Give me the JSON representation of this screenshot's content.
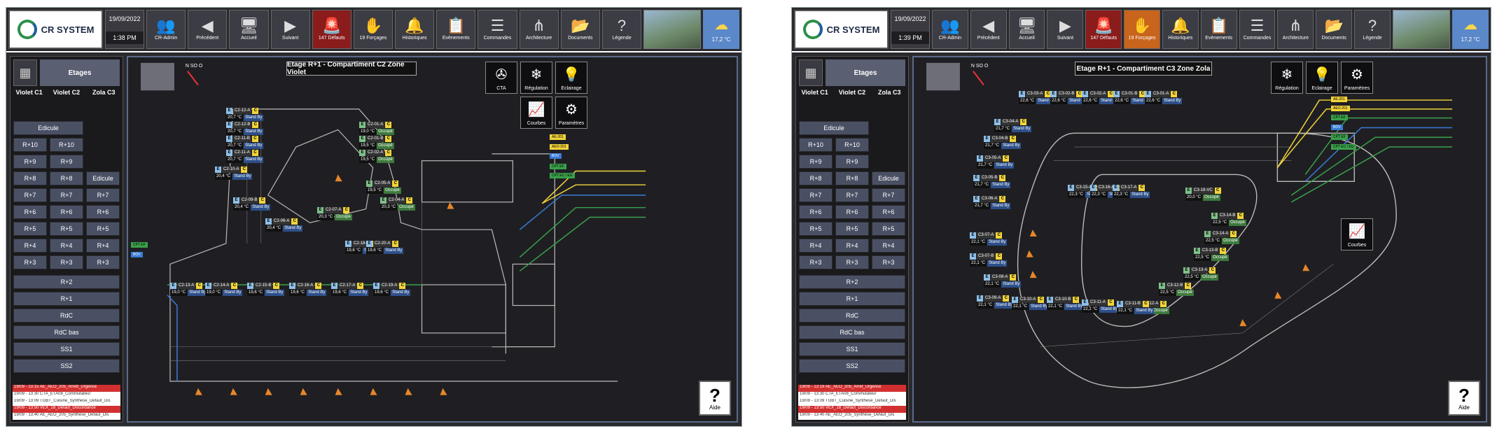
{
  "app": {
    "logo_text": "CR SYSTEM"
  },
  "colors": {
    "accent_yellow": "#f2d43a",
    "status_blue": "#2d4f8a",
    "status_green": "#3d7a3d",
    "alarm_red": "#8a1c1c",
    "forcing_orange": "#c8641c"
  },
  "toolbar": {
    "date": "19/09/2022",
    "time_left": "1:38 PM",
    "time_right": "1:39 PM",
    "weather_temp": "17,2 °C",
    "buttons": [
      {
        "label": "CR-Admin",
        "icon": "users-icon"
      },
      {
        "label": "Précédent",
        "icon": "back-arrow-icon"
      },
      {
        "label": "Accueil",
        "icon": "monitor-icon"
      },
      {
        "label": "Suivant",
        "icon": "forward-arrow-icon"
      },
      {
        "label": "147 Défauts",
        "icon": "alarm-icon"
      },
      {
        "label": "19 Forçages",
        "icon": "hand-icon"
      },
      {
        "label": "Historiques",
        "icon": "bell-icon"
      },
      {
        "label": "Evènements",
        "icon": "clipboard-icon"
      },
      {
        "label": "Commandes",
        "icon": "sliders-icon"
      },
      {
        "label": "Architecture",
        "icon": "network-icon"
      },
      {
        "label": "Documents",
        "icon": "folder-icon"
      },
      {
        "label": "Légende",
        "icon": "question-icon"
      }
    ]
  },
  "sidebar": {
    "header": "Etages",
    "columns": [
      "Violet C1",
      "Violet C2",
      "Zola C3"
    ],
    "edicule": "Edicule",
    "floors_pairs": [
      "R+10",
      "R+9",
      "R+8",
      "R+7",
      "R+6",
      "R+5",
      "R+4",
      "R+3"
    ],
    "floors_full": [
      "R+2",
      "R+1",
      "RdC",
      "RdC bas",
      "SS1",
      "SS2"
    ],
    "log_left": [
      "19/09 - 13:15   AE_AEO_205_Arrett_Urgence",
      "19/09 - 13:30   CTA_ETA08_Commutateur",
      "19/09 - 13:09   TGBT_Cuisine_Synthese_Defaut_Dis",
      "19/09 - 13:50   VEX_18_Defaut_Discordance",
      "19/09 - 13:40   AE_AEO_205_Synthese_Defaut_Dis"
    ],
    "log_right": [
      "19/09 - 13:19   AE_AEO_205_Arret_Urgence",
      "19/09 - 13:30   CTA_ETA08_Commutateur",
      "19/09 - 13:09   TGBT_Cuisine_Synthese_Defaut_Dis",
      "19/09 - 13:50   VEX_18_Defaut_Discordance",
      "19/09 - 13:40   AE_AEO_205_Synthese_Defaut_Dis"
    ]
  },
  "view_left": {
    "title": "Etage R+1 - Compartiment C2 Zone Violet",
    "controls": [
      "CTA",
      "Régulation",
      "Eclairage",
      "Courbes",
      "Paramètres"
    ],
    "help": "Aide",
    "tags": [
      "AE-201",
      "AEO-201",
      "BOV",
      "CPT EF",
      "CPT EC / EG",
      "CPT EF",
      "BOV"
    ],
    "zones": [
      {
        "name": "C2-12-A",
        "temp": "20,7 °C",
        "status": "Stand By"
      },
      {
        "name": "C2-12-B",
        "temp": "20,7 °C",
        "status": "Stand By"
      },
      {
        "name": "C2-11-B",
        "temp": "20,7 °C",
        "status": "Stand By"
      },
      {
        "name": "C2-11-A",
        "temp": "20,7 °C",
        "status": "Stand By"
      },
      {
        "name": "C2-01-A",
        "temp": "19,0 °C",
        "status": "Occupé"
      },
      {
        "name": "C2-01-B",
        "temp": "19,5 °C",
        "status": "Occupé"
      },
      {
        "name": "C2-02-A",
        "temp": "19,5 °C",
        "status": "Occupé"
      },
      {
        "name": "C2-10-A",
        "temp": "20,4 °C",
        "status": "Stand By"
      },
      {
        "name": "C2-09-B",
        "temp": "20,4 °C",
        "status": "Stand By"
      },
      {
        "name": "C2-05-A",
        "temp": "19,5 °C",
        "status": "Occupé"
      },
      {
        "name": "C2-04-A",
        "temp": "20,3 °C",
        "status": "Occupé"
      },
      {
        "name": "C2-07-A",
        "temp": "20,3 °C",
        "status": "Occupé"
      },
      {
        "name": "C2-06-A",
        "temp": "20,4 °C",
        "status": "Stand By"
      },
      {
        "name": "C2-18-A",
        "temp": "19,6 °C",
        "status": "Stand By"
      },
      {
        "name": "C2-20-A",
        "temp": "19,6 °C",
        "status": "Stand By"
      },
      {
        "name": "C2-13-A",
        "temp": "19,0 °C",
        "status": "Stand By"
      },
      {
        "name": "C2-14-A",
        "temp": "19,0 °C",
        "status": "Stand By"
      },
      {
        "name": "C2-15-B",
        "temp": "19,6 °C",
        "status": "Stand By"
      },
      {
        "name": "C2-16-A",
        "temp": "19,6 °C",
        "status": "Stand By"
      },
      {
        "name": "C2-17-A",
        "temp": "19,6 °C",
        "status": "Stand By"
      },
      {
        "name": "C2-19-A",
        "temp": "19,6 °C",
        "status": "Stand By"
      }
    ]
  },
  "view_right": {
    "title": "Etage R+1 - Compartiment C3 Zone Zola",
    "controls": [
      "Régulation",
      "Eclairage",
      "Paramètres",
      "Courbes"
    ],
    "help": "Aide",
    "tags": [
      "AE-201",
      "AEO-201",
      "CPT EF",
      "BOV",
      "CPT EF",
      "CPT EC / EG"
    ],
    "zones": [
      {
        "name": "C3-03-A",
        "temp": "22,6 °C",
        "status": "Stand By"
      },
      {
        "name": "C3-02-B",
        "temp": "22,6 °C",
        "status": "Stand By"
      },
      {
        "name": "C3-02-A",
        "temp": "22,6 °C",
        "status": "Stand By"
      },
      {
        "name": "C3-01-B",
        "temp": "22,6 °C",
        "status": "Stand By"
      },
      {
        "name": "C3-01-A",
        "temp": "22,6 °C",
        "status": "Stand By"
      },
      {
        "name": "C3-04-A",
        "temp": "21,7 °C",
        "status": "Stand By"
      },
      {
        "name": "C3-04-B",
        "temp": "21,7 °C",
        "status": "Stand By"
      },
      {
        "name": "C3-05-A",
        "temp": "21,7 °C",
        "status": "Stand By"
      },
      {
        "name": "C3-05-B",
        "temp": "21,7 °C",
        "status": "Stand By"
      },
      {
        "name": "C3-06-A",
        "temp": "21,7 °C",
        "status": "Stand By"
      },
      {
        "name": "C3-15-A",
        "temp": "22,3 °C",
        "status": "Stand By"
      },
      {
        "name": "C3-16-A",
        "temp": "22,3 °C",
        "status": "Stand By"
      },
      {
        "name": "C3-17-A",
        "temp": "22,3 °C",
        "status": "Stand By"
      },
      {
        "name": "C3-18-VC",
        "temp": "20,0 °C",
        "status": "Occupé"
      },
      {
        "name": "C3-14-B",
        "temp": "22,5 °C",
        "status": "Occupé"
      },
      {
        "name": "C3-14-A",
        "temp": "22,5 °C",
        "status": "Occupé"
      },
      {
        "name": "C3-13-B",
        "temp": "22,5 °C",
        "status": "Occupé"
      },
      {
        "name": "C3-13-A",
        "temp": "22,5 °C",
        "status": "Occupé"
      },
      {
        "name": "C3-12-B",
        "temp": "22,5 °C",
        "status": "Occupé"
      },
      {
        "name": "C3-12-A",
        "temp": "22,5 °C",
        "status": "Occupé"
      },
      {
        "name": "C3-07-A",
        "temp": "22,1 °C",
        "status": "Stand By"
      },
      {
        "name": "C3-07-B",
        "temp": "22,1 °C",
        "status": "Stand By"
      },
      {
        "name": "C3-08-A",
        "temp": "22,1 °C",
        "status": "Stand By"
      },
      {
        "name": "C3-09-A",
        "temp": "22,1 °C",
        "status": "Stand By"
      },
      {
        "name": "C3-10-A",
        "temp": "22,1 °C",
        "status": "Stand By"
      },
      {
        "name": "C3-10-B",
        "temp": "22,1 °C",
        "status": "Stand By"
      },
      {
        "name": "C3-11-A",
        "temp": "22,1 °C",
        "status": "Stand By"
      },
      {
        "name": "C3-11-B",
        "temp": "22,1 °C",
        "status": "Stand By"
      }
    ]
  }
}
